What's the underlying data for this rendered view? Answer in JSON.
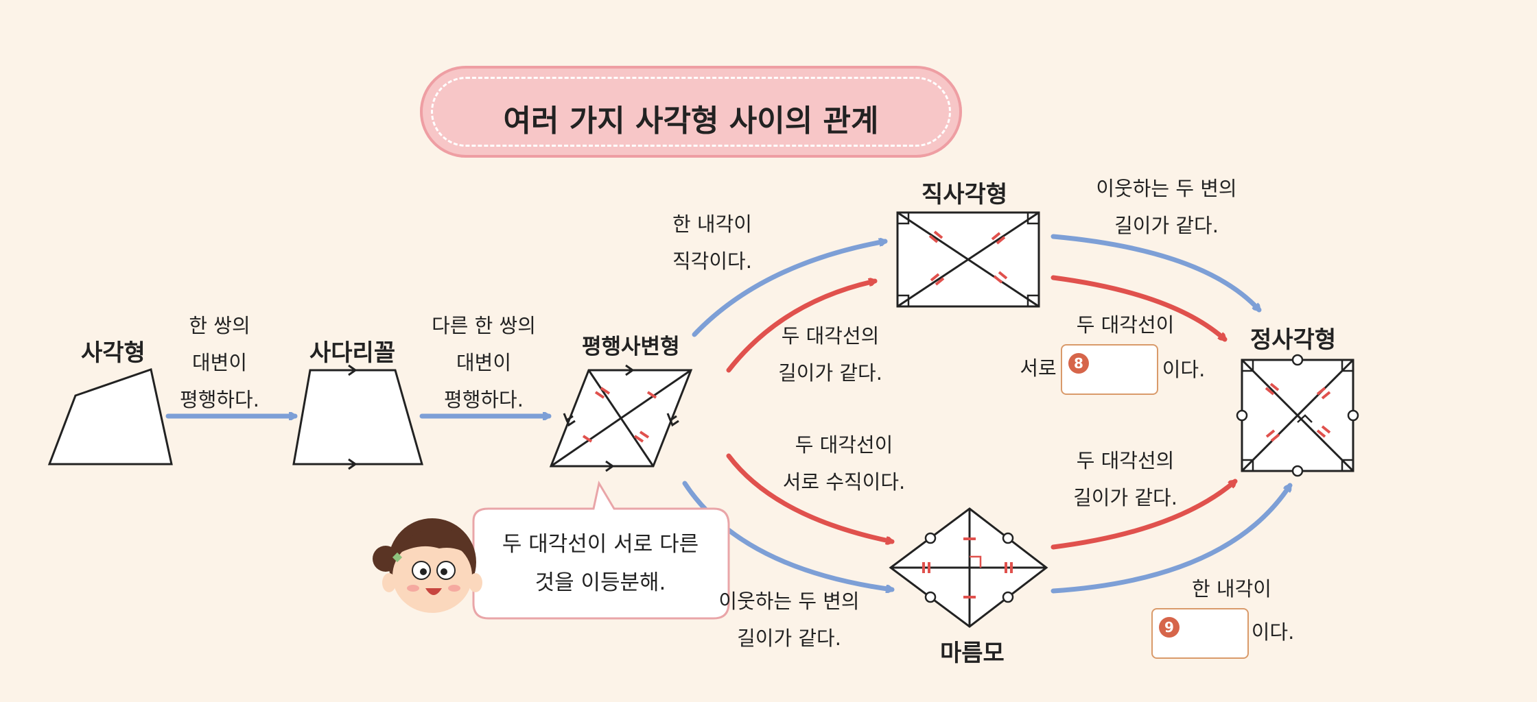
{
  "title": "여러 가지 사각형 사이의 관계",
  "shapes": {
    "quadrilateral": "사각형",
    "trapezoid": "사다리꼴",
    "parallelogram": "평행사변형",
    "rectangle": "직사각형",
    "rhombus": "마름모",
    "square": "정사각형"
  },
  "edges": {
    "quad_to_trap": [
      "한 쌍의",
      "대변이",
      "평행하다."
    ],
    "trap_to_para": [
      "다른 한 쌍의",
      "대변이",
      "평행하다."
    ],
    "para_to_rect_angle": [
      "한 내각이",
      "직각이다."
    ],
    "para_to_rect_diag": [
      "두 대각선의",
      "길이가 같다."
    ],
    "para_to_rhomb_diag": [
      "두 대각선이",
      "서로 수직이다."
    ],
    "para_to_rhomb_side": [
      "이웃하는 두 변의",
      "길이가 같다."
    ],
    "rect_to_square_side": [
      "이웃하는 두 변의",
      "길이가 같다."
    ],
    "rect_to_square_diag_top": "두 대각선이",
    "rect_to_square_diag_pre": "서로",
    "rect_to_square_diag_post": "이다.",
    "rhomb_to_square_diag": [
      "두 대각선의",
      "길이가 같다."
    ],
    "rhomb_to_square_angle_top": "한 내각이",
    "rhomb_to_square_angle_post": "이다."
  },
  "blanks": {
    "b8": "8",
    "b9": "9"
  },
  "speech_bubble": [
    "두 대각선이 서로 다른",
    "것을 이등분해."
  ],
  "colors": {
    "blue": "#7d9fd6",
    "red": "#e0514d",
    "pink": "#f7c6c7",
    "background": "#fcf3e8",
    "badge": "#d6654a"
  }
}
